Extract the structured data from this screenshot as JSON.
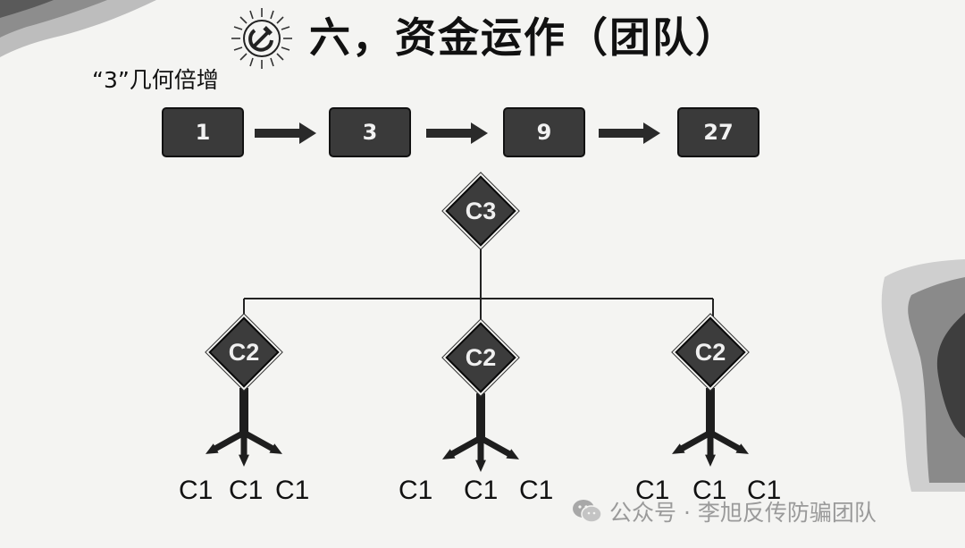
{
  "title": "六，资金运作（团队）",
  "subtitle": "“3”几何倍增",
  "flow": {
    "steps": [
      "1",
      "3",
      "9",
      "27"
    ]
  },
  "tree": {
    "root": "C3",
    "middle": [
      "C2",
      "C2",
      "C2"
    ],
    "leaves": [
      [
        "C1",
        "C1",
        "C1"
      ],
      [
        "C1",
        "C1",
        "C1"
      ],
      [
        "C1",
        "C1",
        "C1"
      ]
    ]
  },
  "watermark": {
    "text": "公众号 · 李旭反传防骗团队",
    "icon": "wechat-icon"
  },
  "colors": {
    "box_fill": "#3a3a3a",
    "background": "#f4f4f2",
    "watermark": "#9a9a9a"
  }
}
